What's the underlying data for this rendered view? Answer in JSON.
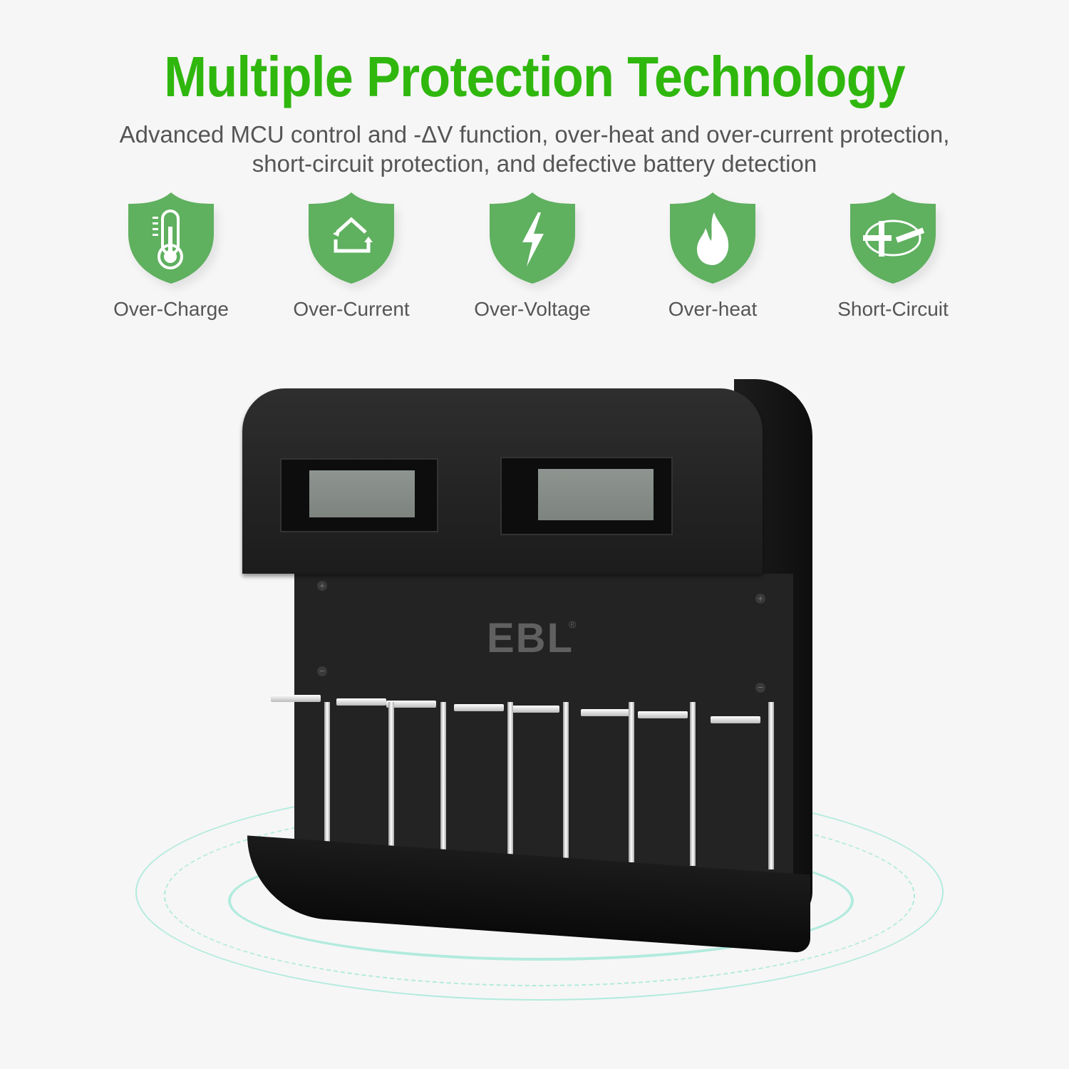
{
  "header": {
    "title": "Multiple Protection Technology",
    "subtitle_line1": "Advanced MCU control and -ΔV function, over-heat and over-current protection,",
    "subtitle_line2": "short-circuit protection, and defective battery detection"
  },
  "colors": {
    "title": "#2fb70e",
    "shield": "#5fb05f",
    "text": "#555555",
    "charger": "#1c1c1c"
  },
  "features": [
    {
      "label": "Over-Charge",
      "icon": "thermometer-icon"
    },
    {
      "label": "Over-Current",
      "icon": "cycle-arrows-icon"
    },
    {
      "label": "Over-Voltage",
      "icon": "lightning-bolt-icon"
    },
    {
      "label": "Over-heat",
      "icon": "flame-icon"
    },
    {
      "label": "Short-Circuit",
      "icon": "short-circuit-icon"
    }
  ],
  "product": {
    "brand": "EBL",
    "registered": "®",
    "plus": "+",
    "minus": "−",
    "slot_count": 8
  }
}
